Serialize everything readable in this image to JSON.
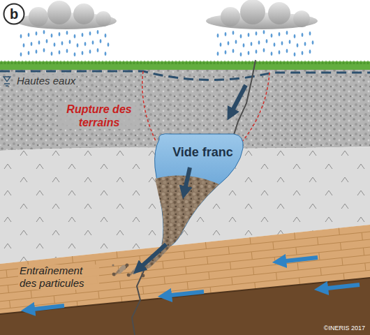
{
  "diagram": {
    "nodes": [
      {
        "text": [
          "b"
        ]
      },
      {
        "text": [
          "Vide franc"
        ]
      }
    ],
    "labels": [
      "Hautes eaux",
      "Rupture des terrains",
      "Entraînement des particules",
      "©INERIS 2017"
    ]
  }
}
